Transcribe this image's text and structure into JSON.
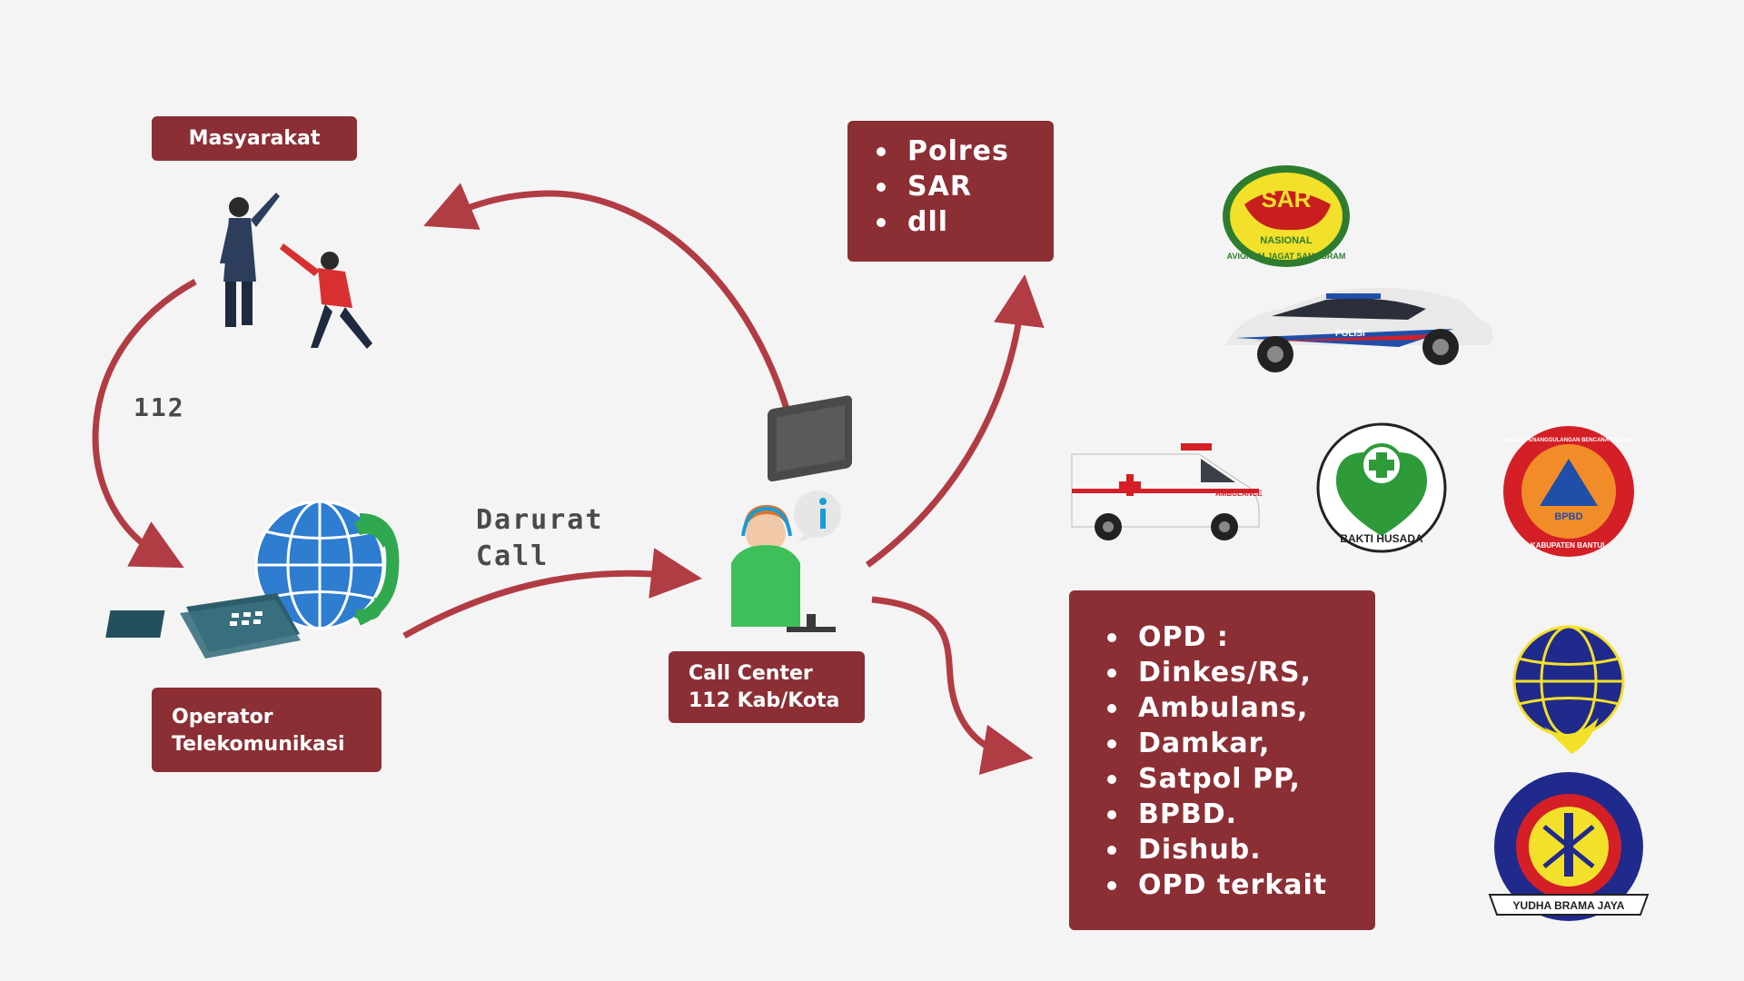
{
  "nodes": {
    "masyarakat": "Masyarakat",
    "operator": [
      "Operator",
      "Telekomunikasi"
    ],
    "call_center": [
      "Call Center",
      "112 Kab/Kota"
    ]
  },
  "edges": {
    "call_number": "112",
    "darurat_call": [
      "Darurat",
      "Call"
    ]
  },
  "agencies_box": [
    "Polres",
    "SAR",
    "dll"
  ],
  "opd_box": [
    "OPD :",
    "Dinkes/RS,",
    "Ambulans,",
    "Damkar,",
    "Satpol PP,",
    "BPBD.",
    "Dishub.",
    "OPD terkait"
  ],
  "logos": {
    "sar": {
      "top": "SAR",
      "middle": "NASIONAL",
      "ring": "AVIGNAM JAGAT SAMAGRAM"
    },
    "bakti_husada": "BAKTI HUSADA",
    "bpbd": {
      "ring": "BADAN PENANGGULANGAN BENCANA DAERAH",
      "inner": "BPBD",
      "bottom": "KABUPATEN BANTUL"
    },
    "damkar": "YUDHA BRAMA JAYA"
  },
  "vehicles": {
    "ambulance_text": "AMBULANCE",
    "police_text": "POLISI"
  },
  "colors": {
    "box": "#8b2f35",
    "arrow": "#b13c44",
    "background": "#f4f4f4"
  }
}
